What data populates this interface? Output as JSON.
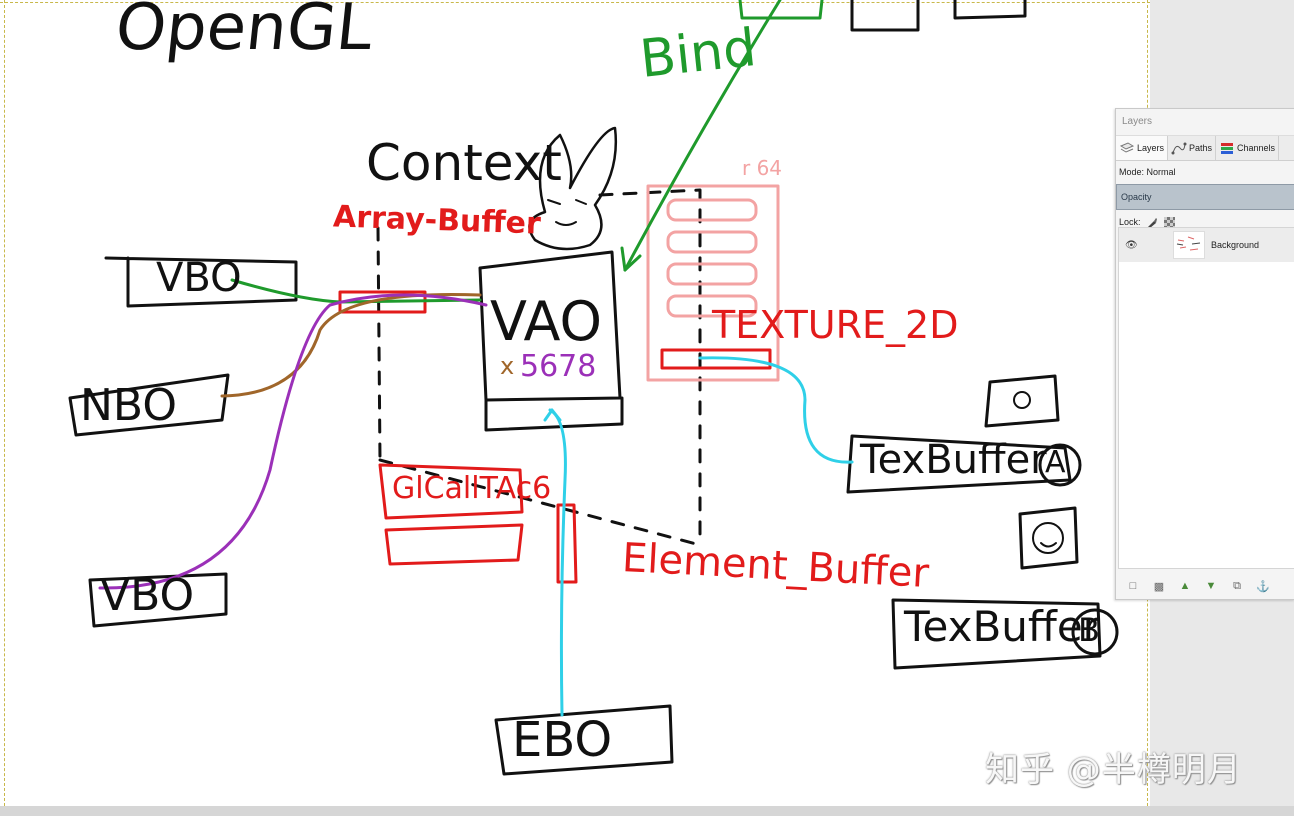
{
  "canvas": {
    "title_text": "OpenGL",
    "labels": {
      "context": "Context",
      "array_buffer": "Array-Buffer",
      "bind": "Bind",
      "vao": "VAO",
      "vao_attribs": "5678",
      "vao_attrib_x": "x",
      "texture_2d": "TEXTURE_2D",
      "texture_units_note": "r 64",
      "gl_call": "GlCallTAc6",
      "element_buffer": "Element_Buffer",
      "vbo_1": "VBO",
      "vbo_2": "NBO",
      "vbo_3": "VBO",
      "ebo": "EBO",
      "tex_buffer_a": "TexBuffer",
      "tex_buffer_a_tag": "A",
      "tex_buffer_b": "TexBuffer",
      "tex_buffer_b_tag": "B"
    },
    "ink_colors": {
      "black": "#111111",
      "red": "#e21b1b",
      "green": "#1f9a2c",
      "brown": "#a0662a",
      "purple": "#9b30b8",
      "cyan": "#2fd0e8",
      "pink": "#f3a3a3"
    }
  },
  "layers_dock": {
    "title": "Layers",
    "tabs": [
      {
        "label": "Layers",
        "icon": "layers-icon"
      },
      {
        "label": "Paths",
        "icon": "paths-icon"
      },
      {
        "label": "Channels",
        "icon": "channels-icon"
      }
    ],
    "mode_label": "Mode: Normal",
    "opacity_label": "Opacity",
    "lock_label": "Lock:",
    "layers": [
      {
        "name": "Background",
        "visible": true
      }
    ],
    "footer_icons": [
      "new-layer-icon",
      "new-group-icon",
      "raise-layer-icon",
      "lower-layer-icon",
      "duplicate-layer-icon",
      "anchor-layer-icon"
    ]
  },
  "watermark": "知乎 @半樽明月"
}
